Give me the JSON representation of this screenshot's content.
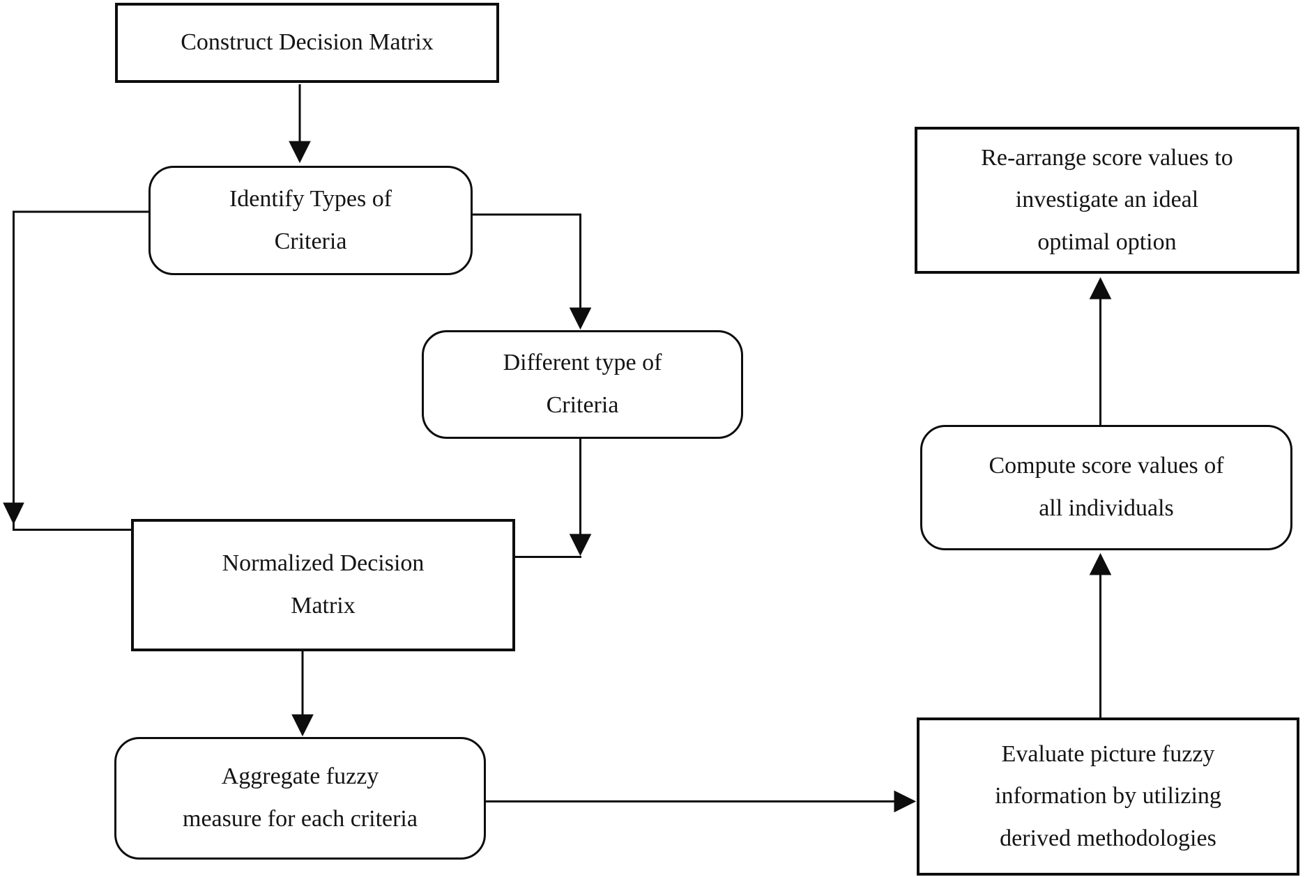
{
  "diagram": {
    "type": "flowchart",
    "colors": {
      "stroke": "#0d0d0d",
      "text": "#141414",
      "background": "#ffffff"
    },
    "nodes": {
      "construct": {
        "label": "Construct Decision Matrix"
      },
      "identify": {
        "label": "Identify Types of\nCriteria"
      },
      "different": {
        "label": "Different type of\nCriteria"
      },
      "normalized": {
        "label": "Normalized Decision\nMatrix"
      },
      "aggregate": {
        "label": "Aggregate fuzzy\nmeasure for each criteria"
      },
      "evaluate": {
        "label": "Evaluate picture fuzzy\ninformation by utilizing\nderived methodologies"
      },
      "compute": {
        "label": "Compute score values of\nall individuals"
      },
      "rearrange": {
        "label": "Re-arrange score values to\ninvestigate an ideal\noptimal option"
      }
    },
    "edges": [
      {
        "from": "Construct Decision Matrix",
        "to": "Identify Types of Criteria"
      },
      {
        "from": "Identify Types of Criteria",
        "to": "Normalized Decision Matrix"
      },
      {
        "from": "Identify Types of Criteria",
        "to": "Different type of Criteria"
      },
      {
        "from": "Different type of Criteria",
        "to": "Normalized Decision Matrix"
      },
      {
        "from": "Normalized Decision Matrix",
        "to": "Aggregate fuzzy measure for each criteria"
      },
      {
        "from": "Aggregate fuzzy measure for each criteria",
        "to": "Evaluate picture fuzzy information by utilizing derived methodologies"
      },
      {
        "from": "Evaluate picture fuzzy information by utilizing derived methodologies",
        "to": "Compute score values of all individuals"
      },
      {
        "from": "Compute score values of all individuals",
        "to": "Re-arrange score values to investigate an ideal optimal option"
      }
    ]
  }
}
